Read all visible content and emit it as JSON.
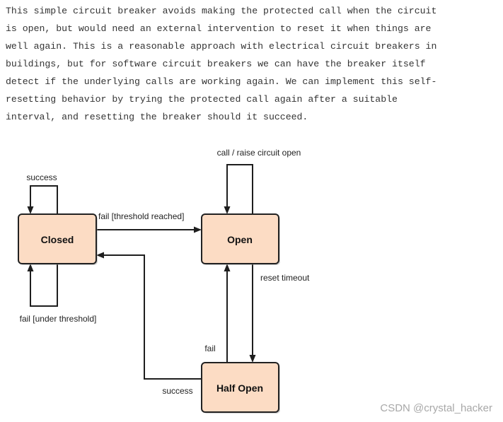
{
  "article": {
    "lines": [
      "This simple circuit breaker avoids making the protected call when the circuit",
      "is open, but would need an external intervention to reset it when things are",
      "well again. This is a reasonable approach with electrical circuit breakers in",
      "buildings, but for software circuit breakers we can have the breaker itself",
      "detect if the underlying calls are working again. We can implement this self-",
      "resetting behavior by trying the protected call again after a suitable",
      "interval, and resetting the breaker should it succeed."
    ]
  },
  "diagram": {
    "states": {
      "closed": "Closed",
      "open": "Open",
      "half_open": "Half Open"
    },
    "transitions": {
      "closed_self_success": "success",
      "closed_self_fail": "fail [under threshold]",
      "closed_to_open": "fail [threshold reached]",
      "open_self": "call / raise circuit open",
      "open_to_half_open": "reset timeout",
      "half_open_to_open": "fail",
      "half_open_to_closed": "success"
    },
    "colors": {
      "state_fill": "#fcdcc4",
      "stroke": "#222222"
    }
  },
  "watermark": "CSDN @crystal_hacker"
}
